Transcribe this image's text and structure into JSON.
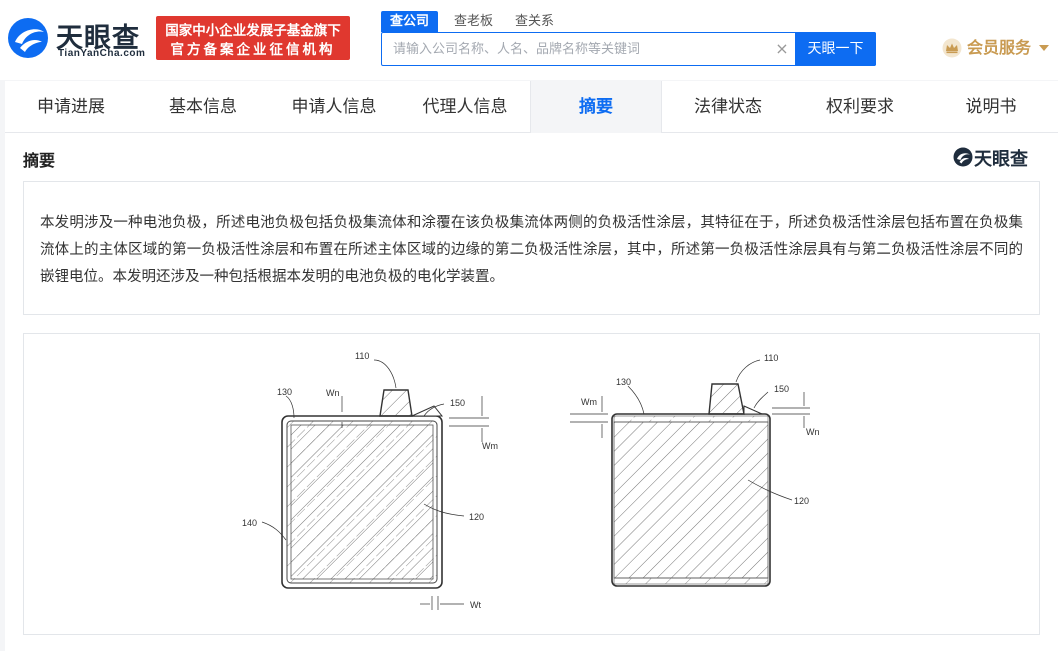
{
  "header": {
    "logo_name": "天眼查",
    "logo_sub": "TianYanCha.com",
    "badge_line1": "国家中小企业发展子基金旗下",
    "badge_line2": "官方备案企业征信机构",
    "search_tabs": [
      {
        "label": "查公司",
        "active": true
      },
      {
        "label": "查老板",
        "active": false
      },
      {
        "label": "查关系",
        "active": false
      }
    ],
    "search_placeholder": "请输入公司名称、人名、品牌名称等关键词",
    "search_value": "",
    "clear_icon": "×",
    "search_button": "天眼一下",
    "vip_label": "会员服务",
    "vip_icon": "crown-icon"
  },
  "nav": {
    "tabs": [
      {
        "label": "申请进展",
        "active": false
      },
      {
        "label": "基本信息",
        "active": false
      },
      {
        "label": "申请人信息",
        "active": false
      },
      {
        "label": "代理人信息",
        "active": false
      },
      {
        "label": "摘要",
        "active": true
      },
      {
        "label": "法律状态",
        "active": false
      },
      {
        "label": "权利要求",
        "active": false
      },
      {
        "label": "说明书",
        "active": false
      }
    ]
  },
  "section": {
    "title": "摘要",
    "watermark_logo": "天眼查",
    "abstract": "本发明涉及一种电池负极，所述电池负极包括负极集流体和涂覆在该负极集流体两侧的负极活性涂层，其特征在于，所述负极活性涂层包括布置在负极集流体上的主体区域的第一负极活性涂层和布置在所述主体区域的边缘的第二负极活性涂层，其中，所述第一负极活性涂层具有与第二负极活性涂层不同的嵌锂电位。本发明还涉及一种包括根据本发明的电池负极的电化学装置。"
  },
  "figure": {
    "left": {
      "labels": {
        "l110": "110",
        "l130": "130",
        "lWn": "Wn",
        "l150": "150",
        "lWm": "Wm",
        "l120": "120",
        "l140": "140",
        "lWt": "Wt"
      }
    },
    "right": {
      "labels": {
        "l110": "110",
        "l130": "130",
        "l150": "150",
        "lWm": "Wm",
        "lWn": "Wn",
        "l120": "120"
      }
    }
  },
  "colors": {
    "accent": "#0d6cf2",
    "badge_red": "#e0382f",
    "vip_gold": "#c99b52"
  }
}
